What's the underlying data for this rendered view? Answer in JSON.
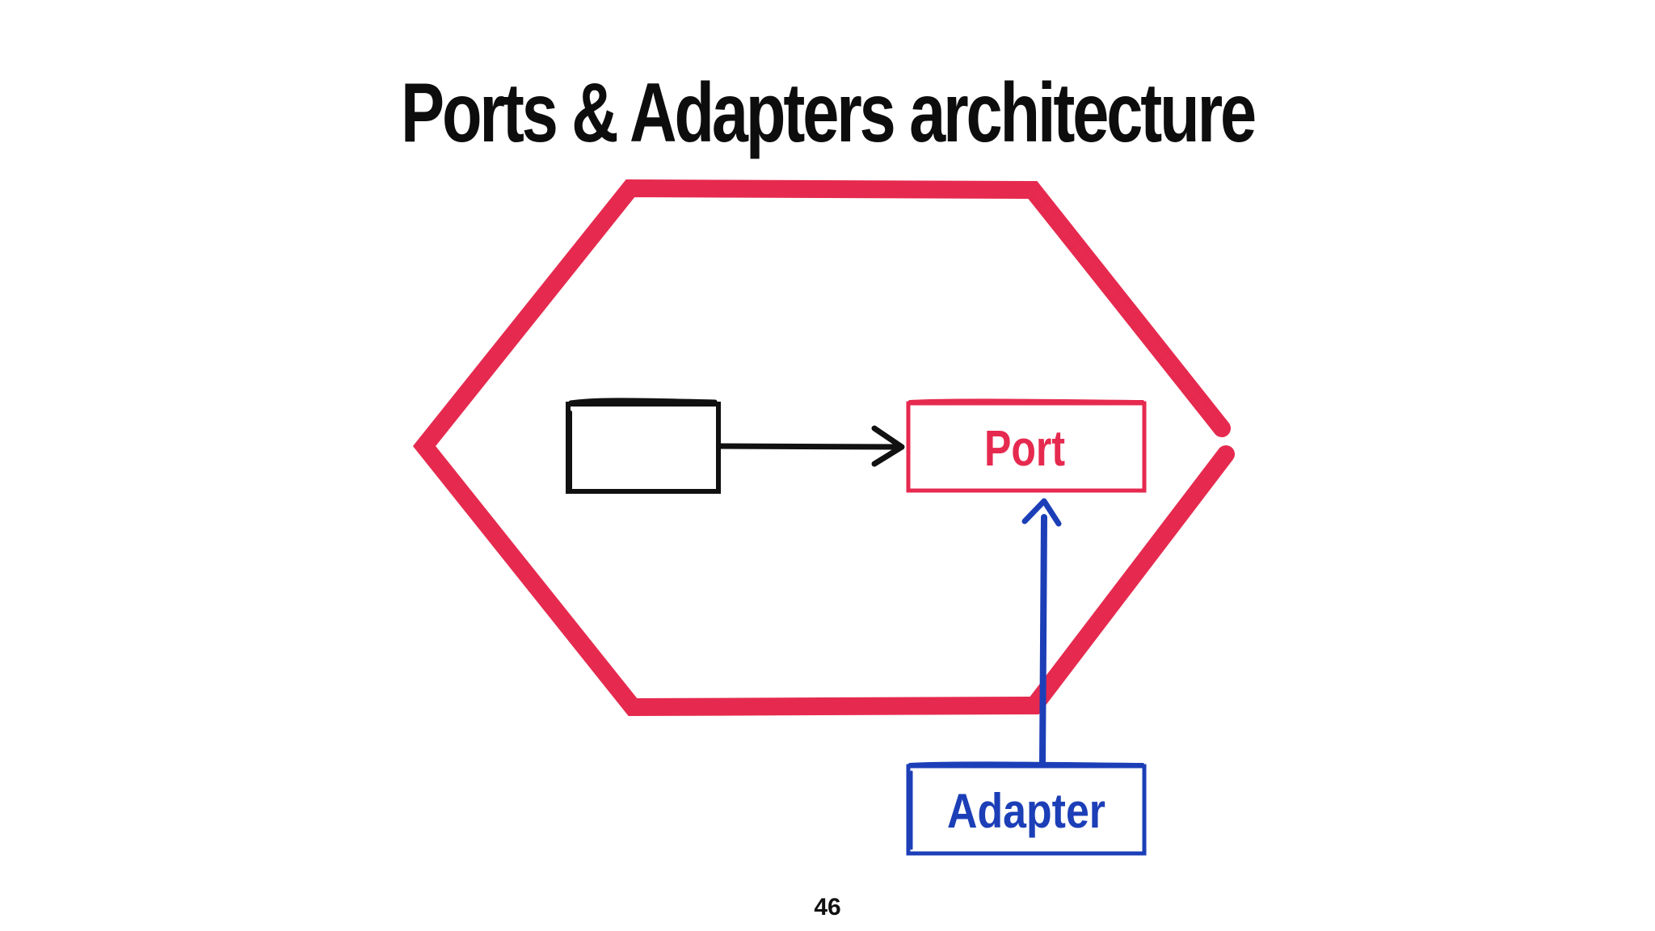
{
  "slide": {
    "title": "Ports & Adapters architecture",
    "page_number": "46"
  },
  "diagram": {
    "port_label": "Port",
    "adapter_label": "Adapter"
  },
  "colors": {
    "hexagon": "#e62a4f",
    "port": "#e62a4f",
    "adapter": "#1c3fb8",
    "ink": "#111111"
  }
}
